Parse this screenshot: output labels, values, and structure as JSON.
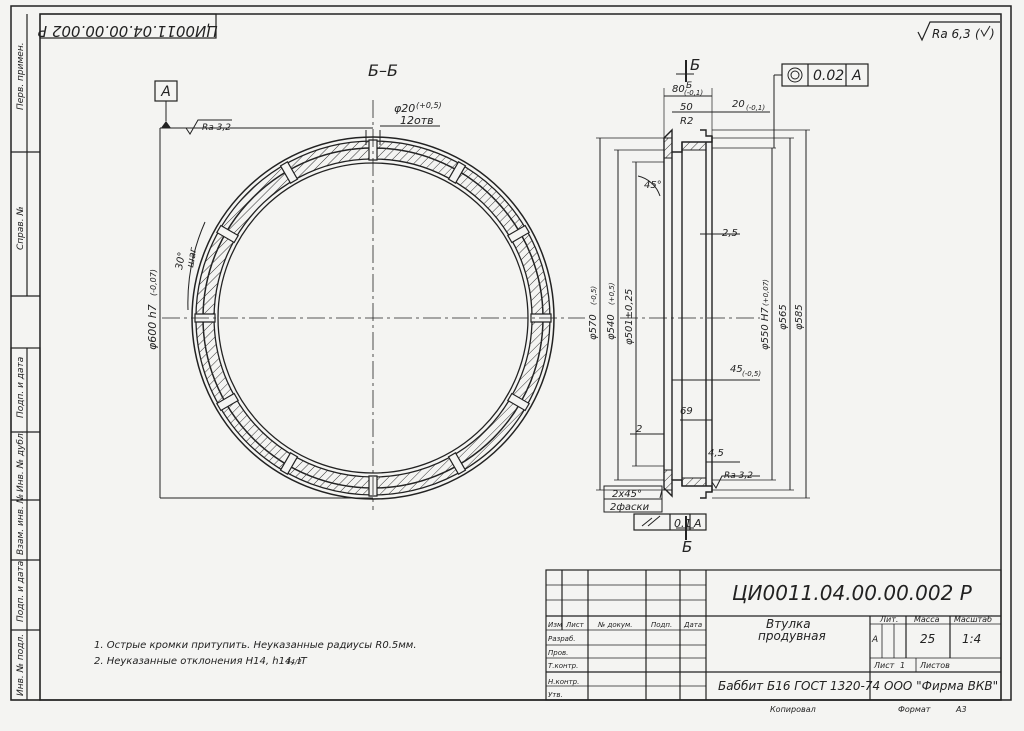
{
  "designation": "ЦИ0011.04.00.00.002 Р",
  "designation_mirrored": "ЦИ0011.04.00.00.002 Р",
  "roughness_general": "Ra 6,3",
  "section_label": "Б–Б",
  "section_mark": "Б",
  "datum_letter": "A",
  "left_view": {
    "roughness": "Ra 3,2",
    "hole_dim": "φ20",
    "hole_tol": "(+0,5)",
    "hole_count": "12отв",
    "diameter": "φ600 h7",
    "diameter_tol": "(-0,07)",
    "angle": "30°",
    "angle_note": "шаг"
  },
  "right_view": {
    "runout_tol": "0.02",
    "runout_datum": "A",
    "dim_80": "80",
    "dim_80_tol": "(-0,1)",
    "dim_50": "50",
    "dim_20": "20",
    "dim_20_tol": "(-0,1)",
    "radius": "R2",
    "angle": "45°",
    "dim_2_5": "2,5",
    "d570": "φ570",
    "d570_tol": "(-0,5)",
    "d540": "φ540",
    "d540_tol": "(+0,5)",
    "d501": "φ501±0,25",
    "d550": "φ550 H7",
    "d550_tol": "(+0,07)",
    "d565": "φ565",
    "d585": "φ585",
    "dim_45": "45",
    "dim_45_tol": "(-0,5)",
    "dim_69": "69",
    "dim_2": "2",
    "dim_4_5": "4,5",
    "roughness": "Ra 3,2",
    "chamfer": "2х45°",
    "chamfer_note": "2фаски",
    "perp_tol": "0.1",
    "perp_datum": "A"
  },
  "notes": [
    "1. Острые кромки притупить. Неуказанные радиусы R0.5мм.",
    "2. Неуказанные отклонения H14, h14, IT"
  ],
  "notes_frac": "14/2",
  "side_strip": [
    "Перв. примен.",
    "Справ. №",
    "Подп. и дата",
    "Инв. № дубл.",
    "Взам. инв. №",
    "Подп. и дата",
    "Инв. № подл."
  ],
  "title_block": {
    "part_name_1": "Втулка",
    "part_name_2": "продувная",
    "material": "Баббит Б16 ГОСТ 1320-74",
    "company": "ООО \"Фирма ВКВ\"",
    "hdr_lit": "Лит.",
    "hdr_mass": "Масса",
    "hdr_scale": "Масштаб",
    "lit_value": "А",
    "mass": "25",
    "scale": "1:4",
    "sheet_label": "Лист",
    "sheet_no": "1",
    "sheets_label": "Листов",
    "col_izm": "Изм",
    "col_list": "Лист",
    "col_doc": "№ докум.",
    "col_podp": "Подп.",
    "col_date": "Дата",
    "row_razrab": "Разраб.",
    "row_prov": "Пров.",
    "row_tkontr": "Т.контр.",
    "row_nkontr": "Н.контр.",
    "row_utv": "Утв.",
    "copied": "Копировал",
    "format_label": "Формат",
    "format": "А3"
  }
}
